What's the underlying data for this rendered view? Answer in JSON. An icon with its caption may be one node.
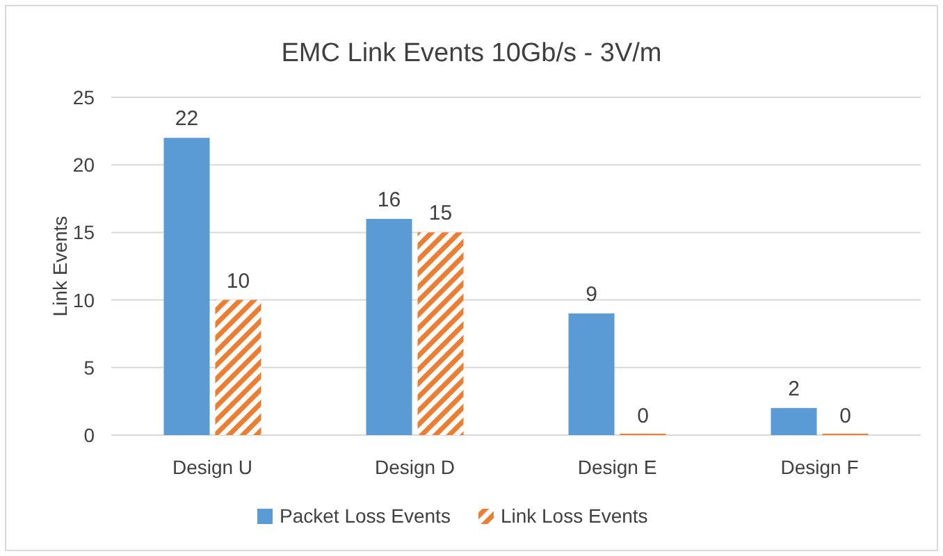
{
  "diagram": {
    "title": "EMC Link Events 10Gb/s - 3V/m",
    "chart_data": {
      "type": "bar",
      "ylabel": "Link Events",
      "categories": [
        "Design U",
        "Design D",
        "Design E",
        "Design F"
      ],
      "series": [
        {
          "name": "Packet Loss Events",
          "color": "#5b9bd5",
          "values": [
            22,
            16,
            9,
            2
          ]
        },
        {
          "name": "Link Loss Events",
          "color": "#ed7d31",
          "values": [
            10,
            15,
            0,
            0
          ]
        }
      ],
      "ylim": [
        0,
        25
      ],
      "yticks": [
        0,
        5,
        10,
        15,
        20,
        25
      ],
      "grid": true,
      "legend": true,
      "data_labels": true
    }
  }
}
